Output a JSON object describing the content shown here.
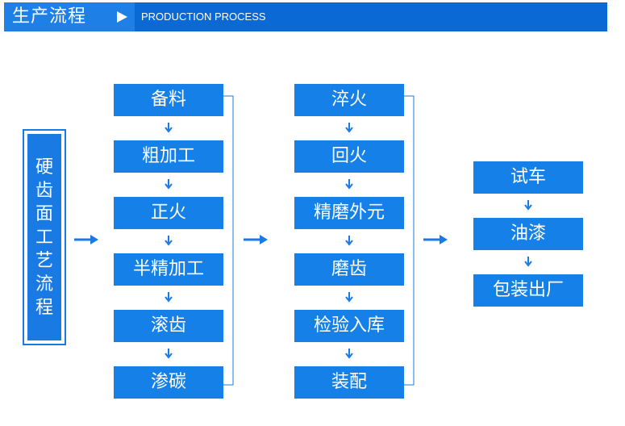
{
  "header": {
    "title": "生产流程",
    "subtitle": "PRODUCTION PROCESS",
    "arrow_icon": "triangle-right-icon"
  },
  "main_process": {
    "label_chars": [
      "硬",
      "齿",
      "面",
      "工",
      "艺",
      "流",
      "程"
    ]
  },
  "columns": [
    {
      "steps": [
        "备料",
        "粗加工",
        "正火",
        "半精加工",
        "滚齿",
        "渗碳"
      ]
    },
    {
      "steps": [
        "淬火",
        "回火",
        "精磨外元",
        "磨齿",
        "检验入库",
        "装配"
      ]
    },
    {
      "steps": [
        "试车",
        "油漆",
        "包装出厂"
      ]
    }
  ],
  "colors": {
    "accent": "#1580e8",
    "header": "#1e7fe6",
    "header_dark": "#0b69d6",
    "arrow": "#1a7ae3"
  }
}
